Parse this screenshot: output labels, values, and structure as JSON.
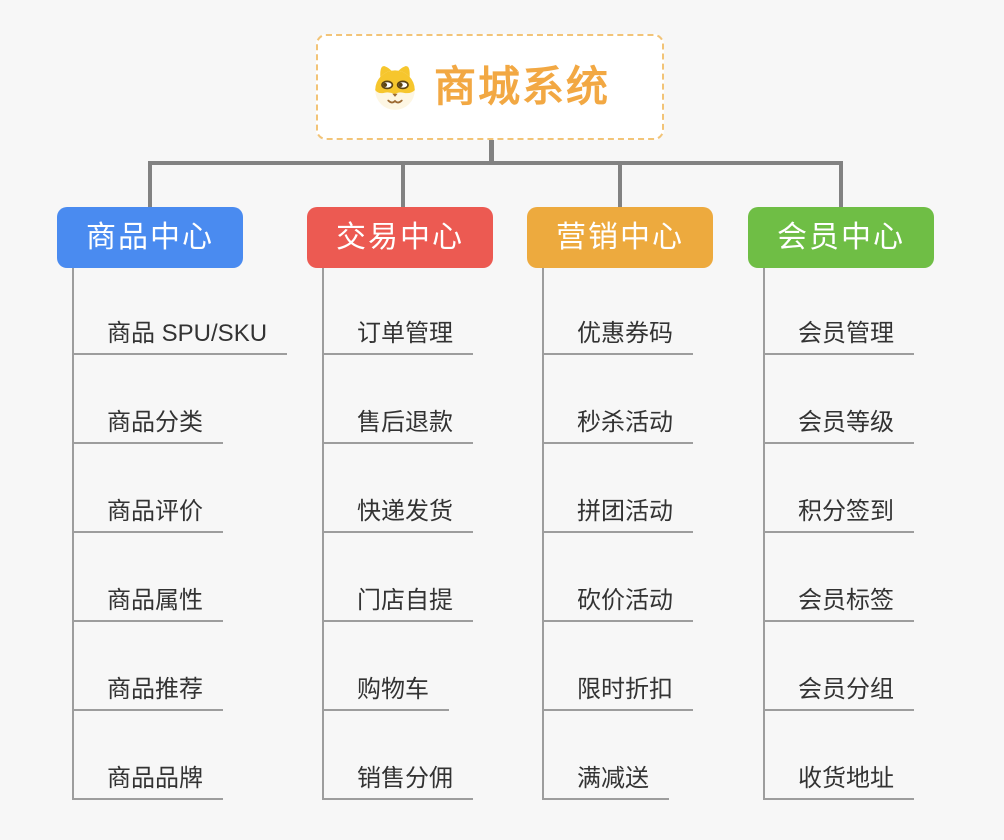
{
  "root": {
    "title": "商城系统",
    "icon": "dog-face-icon",
    "title_color": "#f2a843",
    "border_color": "#f2c478"
  },
  "connector_color": "#828282",
  "branches": [
    {
      "label": "商品中心",
      "color": "#4a8bf0",
      "children": [
        "商品 SPU/SKU",
        "商品分类",
        "商品评价",
        "商品属性",
        "商品推荐",
        "商品品牌"
      ]
    },
    {
      "label": "交易中心",
      "color": "#ec5a52",
      "children": [
        "订单管理",
        "售后退款",
        "快递发货",
        "门店自提",
        "购物车",
        "销售分佣"
      ]
    },
    {
      "label": "营销中心",
      "color": "#edaa3e",
      "children": [
        "优惠券码",
        "秒杀活动",
        "拼团活动",
        "砍价活动",
        "限时折扣",
        "满减送"
      ]
    },
    {
      "label": "会员中心",
      "color": "#6fbe45",
      "children": [
        "会员管理",
        "会员等级",
        "积分签到",
        "会员标签",
        "会员分组",
        "收货地址"
      ]
    }
  ]
}
